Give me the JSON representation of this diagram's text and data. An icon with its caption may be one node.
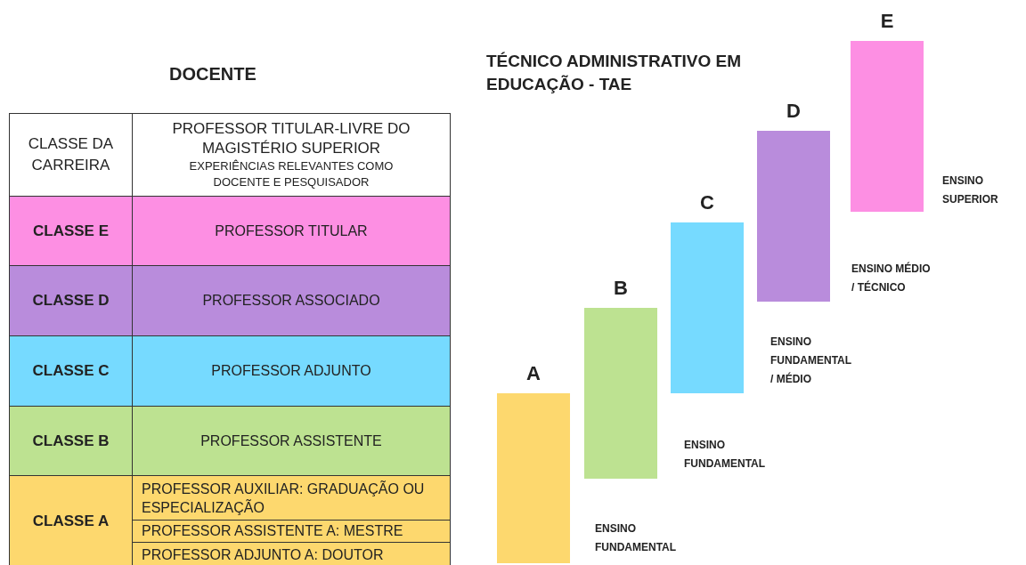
{
  "diagram": {
    "nodes": [
      {
        "text": [
          "A"
        ],
        "beside": [
          "ENSINO FUNDAMENTAL"
        ]
      },
      {
        "text": [
          "B"
        ],
        "beside": [
          "ENSINO FUNDAMENTAL"
        ]
      },
      {
        "text": [
          "C"
        ],
        "beside": [
          "ENSINO FUNDAMENTAL / MÉDIO"
        ]
      },
      {
        "text": [
          "D"
        ],
        "beside": [
          "ENSINO MÉDIO / TÉCNICO"
        ]
      },
      {
        "text": [
          "E"
        ],
        "beside": [
          "ENSINO SUPERIOR"
        ]
      }
    ],
    "labels": [
      "DOCENTE",
      "TÉCNICO ADMINISTRATIVO EM EDUCAÇÃO - TAE",
      "CLASSE DA CARREIRA",
      "PROFESSOR TITULAR-LIVRE DO MAGISTÉRIO SUPERIOR",
      "EXPERIÊNCIAS RELEVANTES COMO DOCENTE E PESQUISADOR",
      "CLASSE E",
      "PROFESSOR TITULAR",
      "CLASSE D",
      "PROFESSOR ASSOCIADO",
      "CLASSE C",
      "PROFESSOR ADJUNTO",
      "CLASSE B",
      "PROFESSOR ASSISTENTE",
      "CLASSE A",
      "PROFESSOR AUXILIAR: GRADUAÇÃO OU ESPECIALIZAÇÃO",
      "PROFESSOR ASSISTENTE A: MESTRE",
      "PROFESSOR ADJUNTO A: DOUTOR"
    ]
  }
}
